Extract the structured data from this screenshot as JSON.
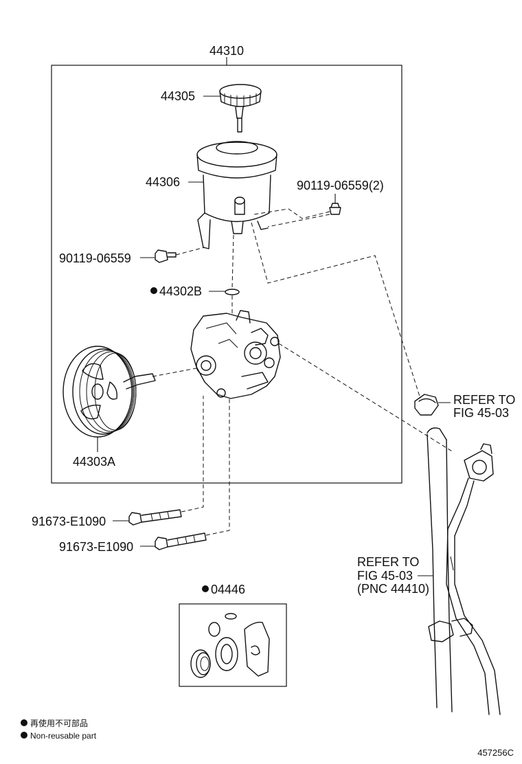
{
  "parts": {
    "assembly": "44310",
    "cap": "44305",
    "reservoir": "44306",
    "reservoir_bolt_right": "90119-06559(2)",
    "reservoir_bolt_left": "90119-06559",
    "oring": "44302B",
    "pulley": "44303A",
    "mount_bolt_upper": "91673-E1090",
    "mount_bolt_lower": "91673-E1090",
    "gasket_kit": "04446"
  },
  "references": {
    "clamp_ref_line1": "REFER TO",
    "clamp_ref_line2": "FIG 45-03",
    "hose_ref_line1": "REFER TO",
    "hose_ref_line2": "FIG 45-03",
    "hose_ref_line3": "(PNC 44410)"
  },
  "legend": {
    "japanese": "再使用不可部品",
    "english": "Non-reusable part"
  },
  "figure_id": "457256C"
}
